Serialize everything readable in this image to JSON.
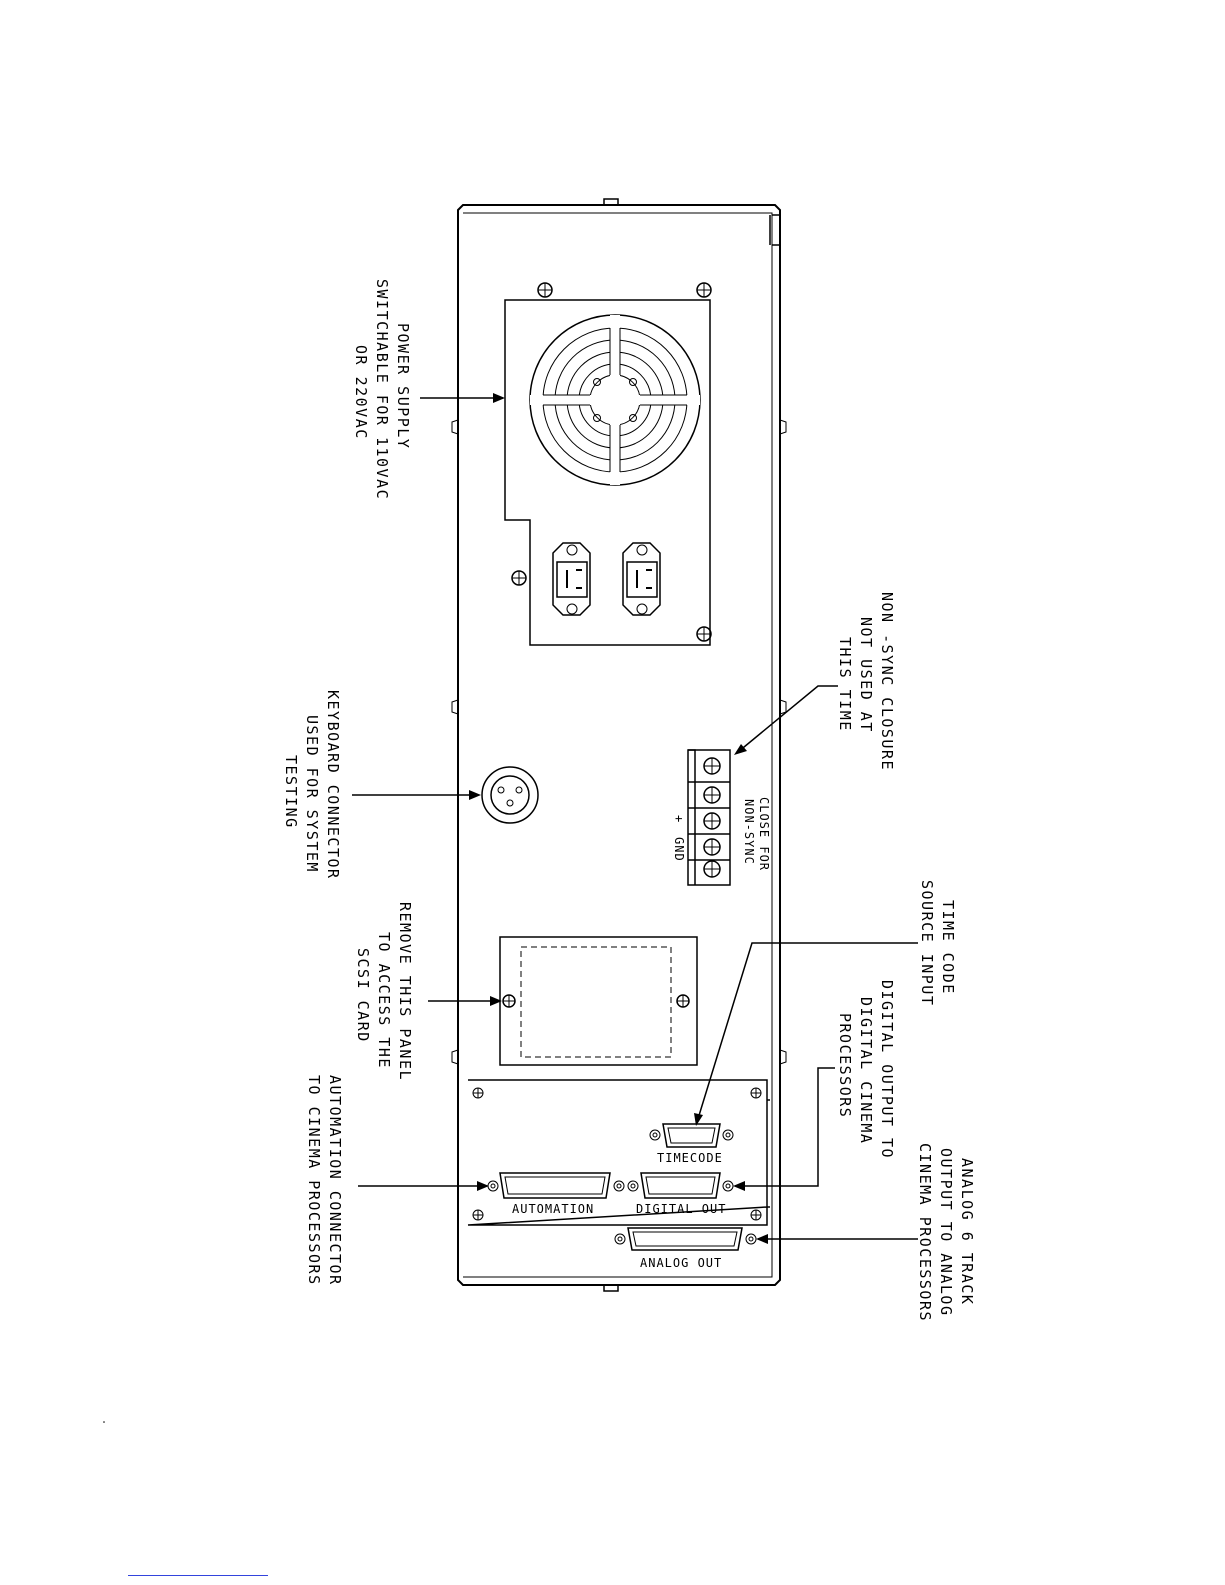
{
  "callouts": {
    "power_supply": [
      "POWER SUPPLY",
      "SWITCHABLE FOR 110VAC",
      "OR 220VAC"
    ],
    "keyboard": [
      "KEYBOARD CONNECTOR",
      "USED FOR SYSTEM",
      "TESTING"
    ],
    "scsi_panel": [
      "REMOVE THIS PANEL",
      "TO ACCESS THE",
      "SCSI CARD"
    ],
    "automation": [
      "AUTOMATION CONNECTOR",
      "TO CINEMA PROCESSORS"
    ],
    "non_sync": [
      "NON -SYNC CLOSURE",
      "NOT USED AT",
      "THIS TIME"
    ],
    "timecode_src": [
      "TIME CODE",
      "SOURCE INPUT"
    ],
    "digital_out": [
      "DIGITAL OUTPUT TO",
      "DIGITAL CINEMA",
      "PROCESSORS"
    ],
    "analog_out": [
      "ANALOG 6 TRACK",
      "OUTPUT TO ANALOG",
      "CINEMA PROCESSORS"
    ]
  },
  "terminal": {
    "close_label": [
      "CLOSE FOR",
      "NON-SYNC"
    ],
    "plus": "+",
    "gnd": "GND"
  },
  "connectors": {
    "timecode": "TIMECODE",
    "automation": "AUTOMATION",
    "digital_out": "DIGITAL OUT",
    "analog_out": "ANALOG OUT"
  }
}
